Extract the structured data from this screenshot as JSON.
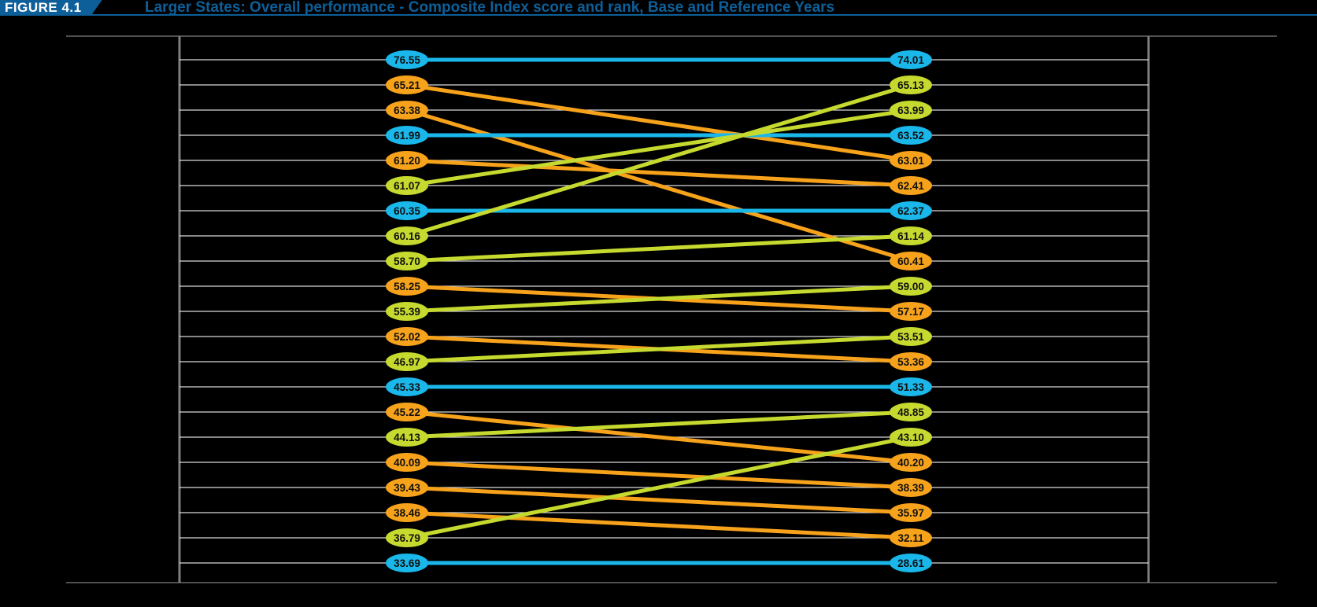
{
  "figure": {
    "label": "FIGURE 4.1",
    "title": "Larger States: Overall performance - Composite Index score and rank, Base and Reference Years"
  },
  "colors": {
    "title_blue": "#0d5f99",
    "unchanged": "#1ab7ea",
    "declined": "#f7a21b",
    "improved": "#c6d92e",
    "gridline": "#d9d9d9",
    "frame": "#7f7f7f",
    "label_text": "#111111",
    "value_text": "#111111"
  },
  "chart_data": {
    "type": "slope",
    "title": "",
    "series": [
      {
        "name": "",
        "values": [
          76.55,
          65.21,
          63.38,
          61.99,
          61.2,
          61.07,
          60.35,
          60.16,
          58.7,
          58.25,
          55.39,
          52.02,
          46.97,
          45.33,
          45.22,
          44.13,
          40.09,
          39.43,
          38.46,
          36.79,
          33.69
        ]
      },
      {
        "name": "",
        "values": [
          74.01,
          65.13,
          63.99,
          63.52,
          63.01,
          62.41,
          62.37,
          61.14,
          60.41,
          59.0,
          57.17,
          53.51,
          53.36,
          51.33,
          48.85,
          43.1,
          40.2,
          38.39,
          35.97,
          32.11,
          28.61
        ]
      }
    ],
    "links": [
      {
        "from_rank": 1,
        "to_rank": 1,
        "status": "unchanged"
      },
      {
        "from_rank": 2,
        "to_rank": 5,
        "status": "declined"
      },
      {
        "from_rank": 3,
        "to_rank": 9,
        "status": "declined"
      },
      {
        "from_rank": 4,
        "to_rank": 4,
        "status": "unchanged"
      },
      {
        "from_rank": 5,
        "to_rank": 6,
        "status": "declined"
      },
      {
        "from_rank": 6,
        "to_rank": 3,
        "status": "improved"
      },
      {
        "from_rank": 7,
        "to_rank": 7,
        "status": "unchanged"
      },
      {
        "from_rank": 8,
        "to_rank": 2,
        "status": "improved"
      },
      {
        "from_rank": 9,
        "to_rank": 8,
        "status": "improved"
      },
      {
        "from_rank": 10,
        "to_rank": 11,
        "status": "declined"
      },
      {
        "from_rank": 11,
        "to_rank": 10,
        "status": "improved"
      },
      {
        "from_rank": 12,
        "to_rank": 13,
        "status": "declined"
      },
      {
        "from_rank": 13,
        "to_rank": 12,
        "status": "improved"
      },
      {
        "from_rank": 14,
        "to_rank": 14,
        "status": "unchanged"
      },
      {
        "from_rank": 15,
        "to_rank": 17,
        "status": "declined"
      },
      {
        "from_rank": 16,
        "to_rank": 15,
        "status": "improved"
      },
      {
        "from_rank": 17,
        "to_rank": 18,
        "status": "declined"
      },
      {
        "from_rank": 18,
        "to_rank": 19,
        "status": "declined"
      },
      {
        "from_rank": 19,
        "to_rank": 20,
        "status": "declined"
      },
      {
        "from_rank": 20,
        "to_rank": 16,
        "status": "improved"
      },
      {
        "from_rank": 21,
        "to_rank": 21,
        "status": "unchanged"
      }
    ],
    "left_labels": [
      "",
      "",
      "",
      "",
      "",
      "",
      "",
      "",
      "",
      "",
      "",
      "",
      "",
      "",
      "",
      "",
      "",
      "",
      "",
      "",
      ""
    ],
    "right_labels": [
      "",
      "",
      "",
      "",
      "",
      "",
      "",
      "",
      "",
      "",
      "",
      "",
      "",
      "",
      "",
      "",
      "",
      "",
      "",
      "",
      ""
    ],
    "grid": true
  }
}
